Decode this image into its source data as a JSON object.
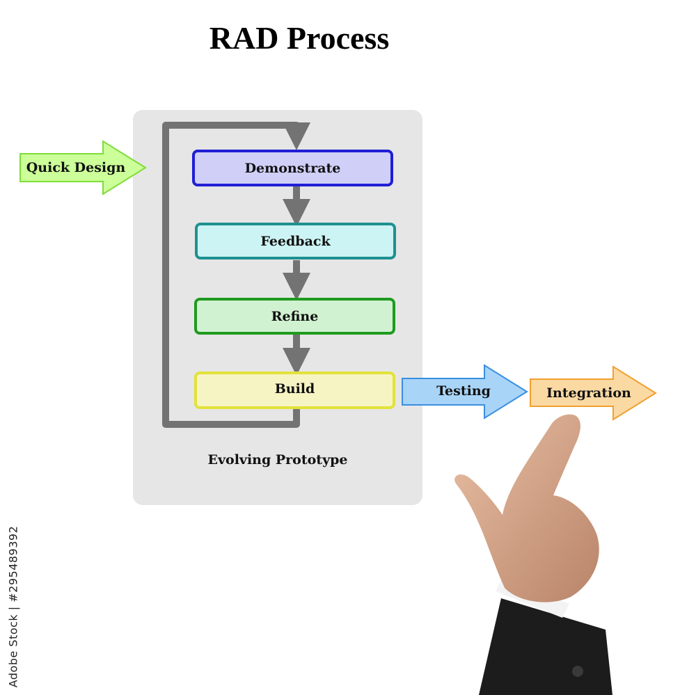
{
  "title": "RAD Process",
  "panel_caption": "Evolving Prototype",
  "input_arrow": {
    "label": "Quick Design",
    "fill": "#ccff99",
    "stroke": "#7fdc3a"
  },
  "cycle_steps": [
    {
      "label": "Demonstrate",
      "fill": "#cfcff8",
      "stroke": "#1f1fd6"
    },
    {
      "label": "Feedback",
      "fill": "#cdf4f4",
      "stroke": "#1f9090"
    },
    {
      "label": "Refine",
      "fill": "#d1f2d1",
      "stroke": "#1f9a1f"
    },
    {
      "label": "Build",
      "fill": "#f7f4c4",
      "stroke": "#e2e23a"
    }
  ],
  "output_arrows": [
    {
      "label": "Testing",
      "fill": "#a8d4f7",
      "stroke": "#3a8ee0"
    },
    {
      "label": "Integration",
      "fill": "#fbd9a3",
      "stroke": "#f0a030"
    }
  ],
  "watermark": "Adobe Stock | #295489392",
  "colors": {
    "connector": "#737373",
    "panel": "#e6e6e6"
  }
}
